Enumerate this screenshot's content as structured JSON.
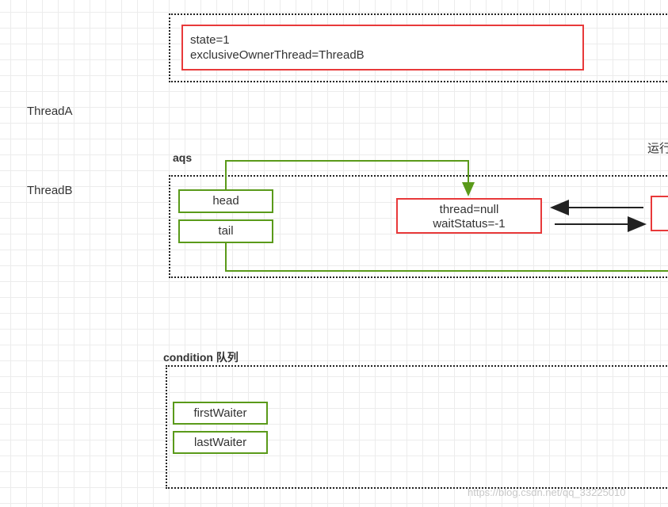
{
  "lock_state": {
    "line1": "state=1",
    "line2": "exclusiveOwnerThread=ThreadB"
  },
  "threads": {
    "a": "ThreadA",
    "b": "ThreadB"
  },
  "aqs": {
    "title": "aqs",
    "head": "head",
    "tail": "tail",
    "node": {
      "line1": "thread=null",
      "line2": "waitStatus=-1"
    },
    "running_label": "运行"
  },
  "condition": {
    "title": "condition 队列",
    "first": "firstWaiter",
    "last": "lastWaiter"
  },
  "watermark": "https://blog.csdn.net/qq_33225010",
  "colors": {
    "red": "#e8393a",
    "green": "#5a9a1a",
    "dark": "#222222"
  }
}
